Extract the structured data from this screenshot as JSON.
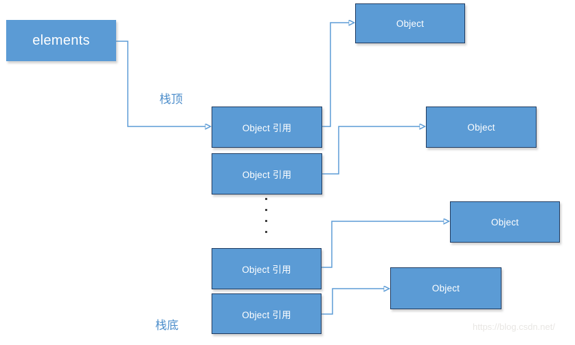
{
  "boxes": {
    "elements": {
      "label": "elements"
    },
    "refs": [
      {
        "label": "Object 引用"
      },
      {
        "label": "Object 引用"
      },
      {
        "label": "Object 引用"
      },
      {
        "label": "Object 引用"
      }
    ],
    "objects": [
      {
        "label": "Object"
      },
      {
        "label": "Object"
      },
      {
        "label": "Object"
      },
      {
        "label": "Object"
      }
    ]
  },
  "labels": {
    "stack_top": "栈顶",
    "stack_bottom": "栈底"
  },
  "ellipsis_dots": 4,
  "watermark": {
    "text": "https://blog.csdn.net/"
  },
  "colors": {
    "box_fill": "#5b9bd5",
    "box_border": "#1f3a5f",
    "connector": "#5b9bd5",
    "stack_label": "#4d8ecb",
    "watermark_ink": "#e8e6e3",
    "ellipsis_dot": "#3f3f3f"
  }
}
